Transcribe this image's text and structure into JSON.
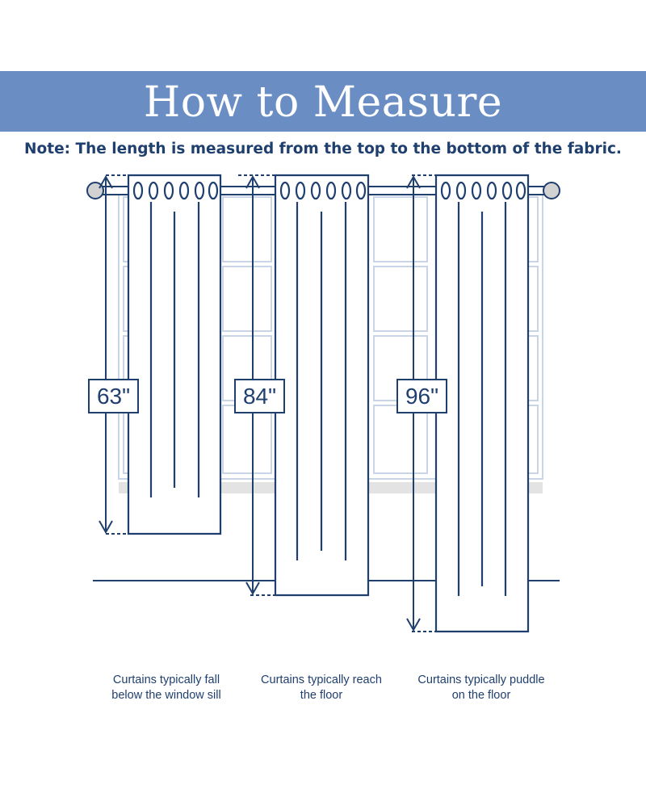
{
  "header": {
    "title": "How to Measure"
  },
  "note": "Note: The length is measured from the top to the bottom of the fabric.",
  "curtains": [
    {
      "length_label": "63\"",
      "caption_line1": "Curtains typically fall",
      "caption_line2": "below the window sill"
    },
    {
      "length_label": "84\"",
      "caption_line1": "Curtains typically reach",
      "caption_line2": "the floor"
    },
    {
      "length_label": "96\"",
      "caption_line1": "Curtains typically puddle",
      "caption_line2": "on the floor"
    }
  ],
  "colors": {
    "banner": "#6a8dc4",
    "ink": "#1f3f6e",
    "window": "#c9d5e6",
    "sill": "#e3e3e3"
  }
}
